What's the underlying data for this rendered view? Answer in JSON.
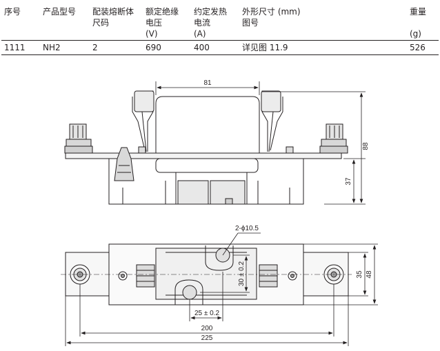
{
  "table": {
    "headers": {
      "serial": "序号",
      "model": "产品型号",
      "fuse_size": [
        "配装熔断体",
        "尺码"
      ],
      "voltage": [
        "额定绝缘",
        "电压",
        "(V)"
      ],
      "current": [
        "约定发热",
        "电流",
        "(A)"
      ],
      "dimensions": [
        "外形尺寸 (mm)",
        "图号"
      ],
      "weight": [
        "重量",
        "",
        "(g)"
      ]
    },
    "rows": [
      {
        "serial": "1111",
        "model": "NH2",
        "fuse_size": "2",
        "voltage": "690",
        "current": "400",
        "dimensions": "详见图 11.9",
        "weight": "526"
      }
    ]
  },
  "drawing": {
    "front_view": {
      "dim_width": "81",
      "dim_height_total": "88",
      "dim_height_lower": "37"
    },
    "top_view": {
      "dim_holes": "2-ϕ10.5",
      "dim_hole_spacing_v": "30 ± 0.2",
      "dim_hole_spacing_h": "25 ± 0.2",
      "dim_inner_width": "35",
      "dim_outer_width": "48",
      "dim_base_length": "200",
      "dim_total_length": "225"
    }
  }
}
